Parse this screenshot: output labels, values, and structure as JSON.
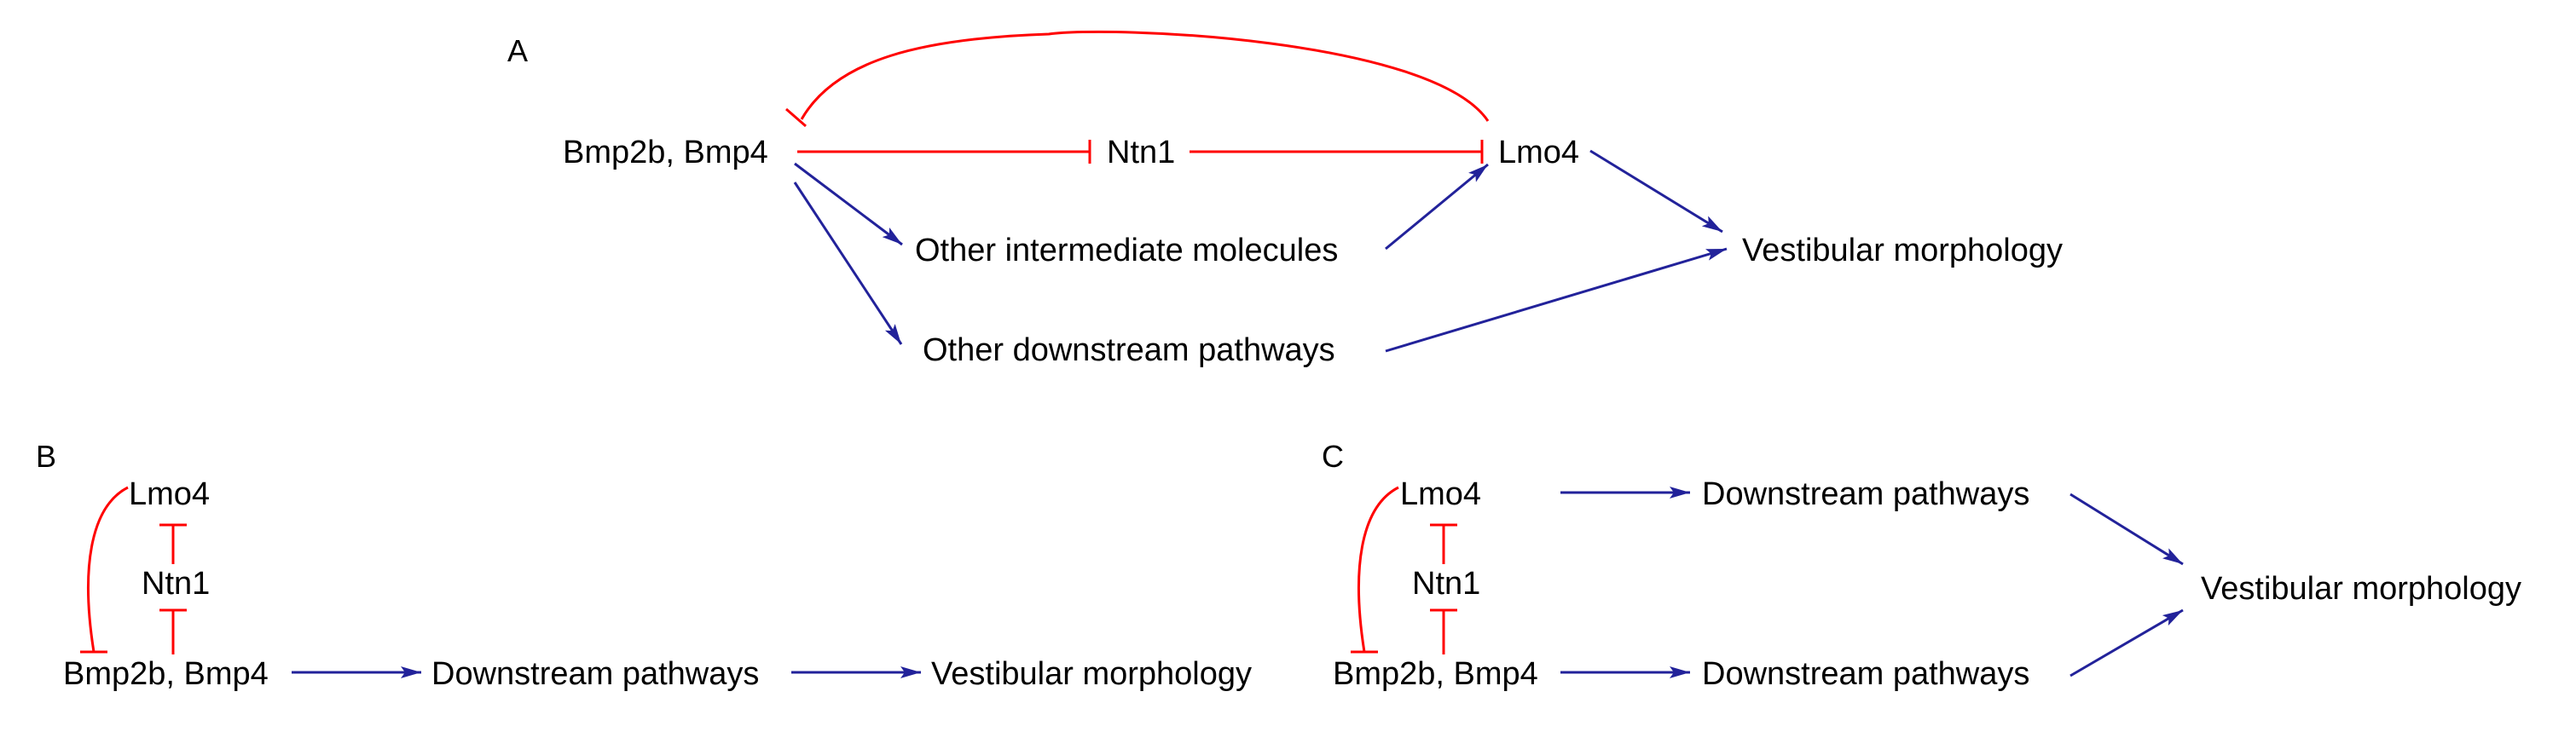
{
  "panels": {
    "a": "A",
    "b": "B",
    "c": "C"
  },
  "nodes": {
    "a_bmp": "Bmp2b, Bmp4",
    "a_ntn1": "Ntn1",
    "a_lmo4": "Lmo4",
    "a_other_intermediate": "Other intermediate molecules",
    "a_other_downstream": "Other downstream pathways",
    "a_vestibular": "Vestibular morphology",
    "b_lmo4": "Lmo4",
    "b_ntn1": "Ntn1",
    "b_bmp": "Bmp2b, Bmp4",
    "b_downstream": "Downstream pathways",
    "b_vestibular": "Vestibular morphology",
    "c_lmo4": "Lmo4",
    "c_ntn1": "Ntn1",
    "c_bmp": "Bmp2b, Bmp4",
    "c_downstream_top": "Downstream pathways",
    "c_downstream_bottom": "Downstream pathways",
    "c_vestibular": "Vestibular morphology"
  },
  "colors": {
    "inhibition": "#ff0000",
    "activation": "#22229a",
    "text": "#000000"
  }
}
